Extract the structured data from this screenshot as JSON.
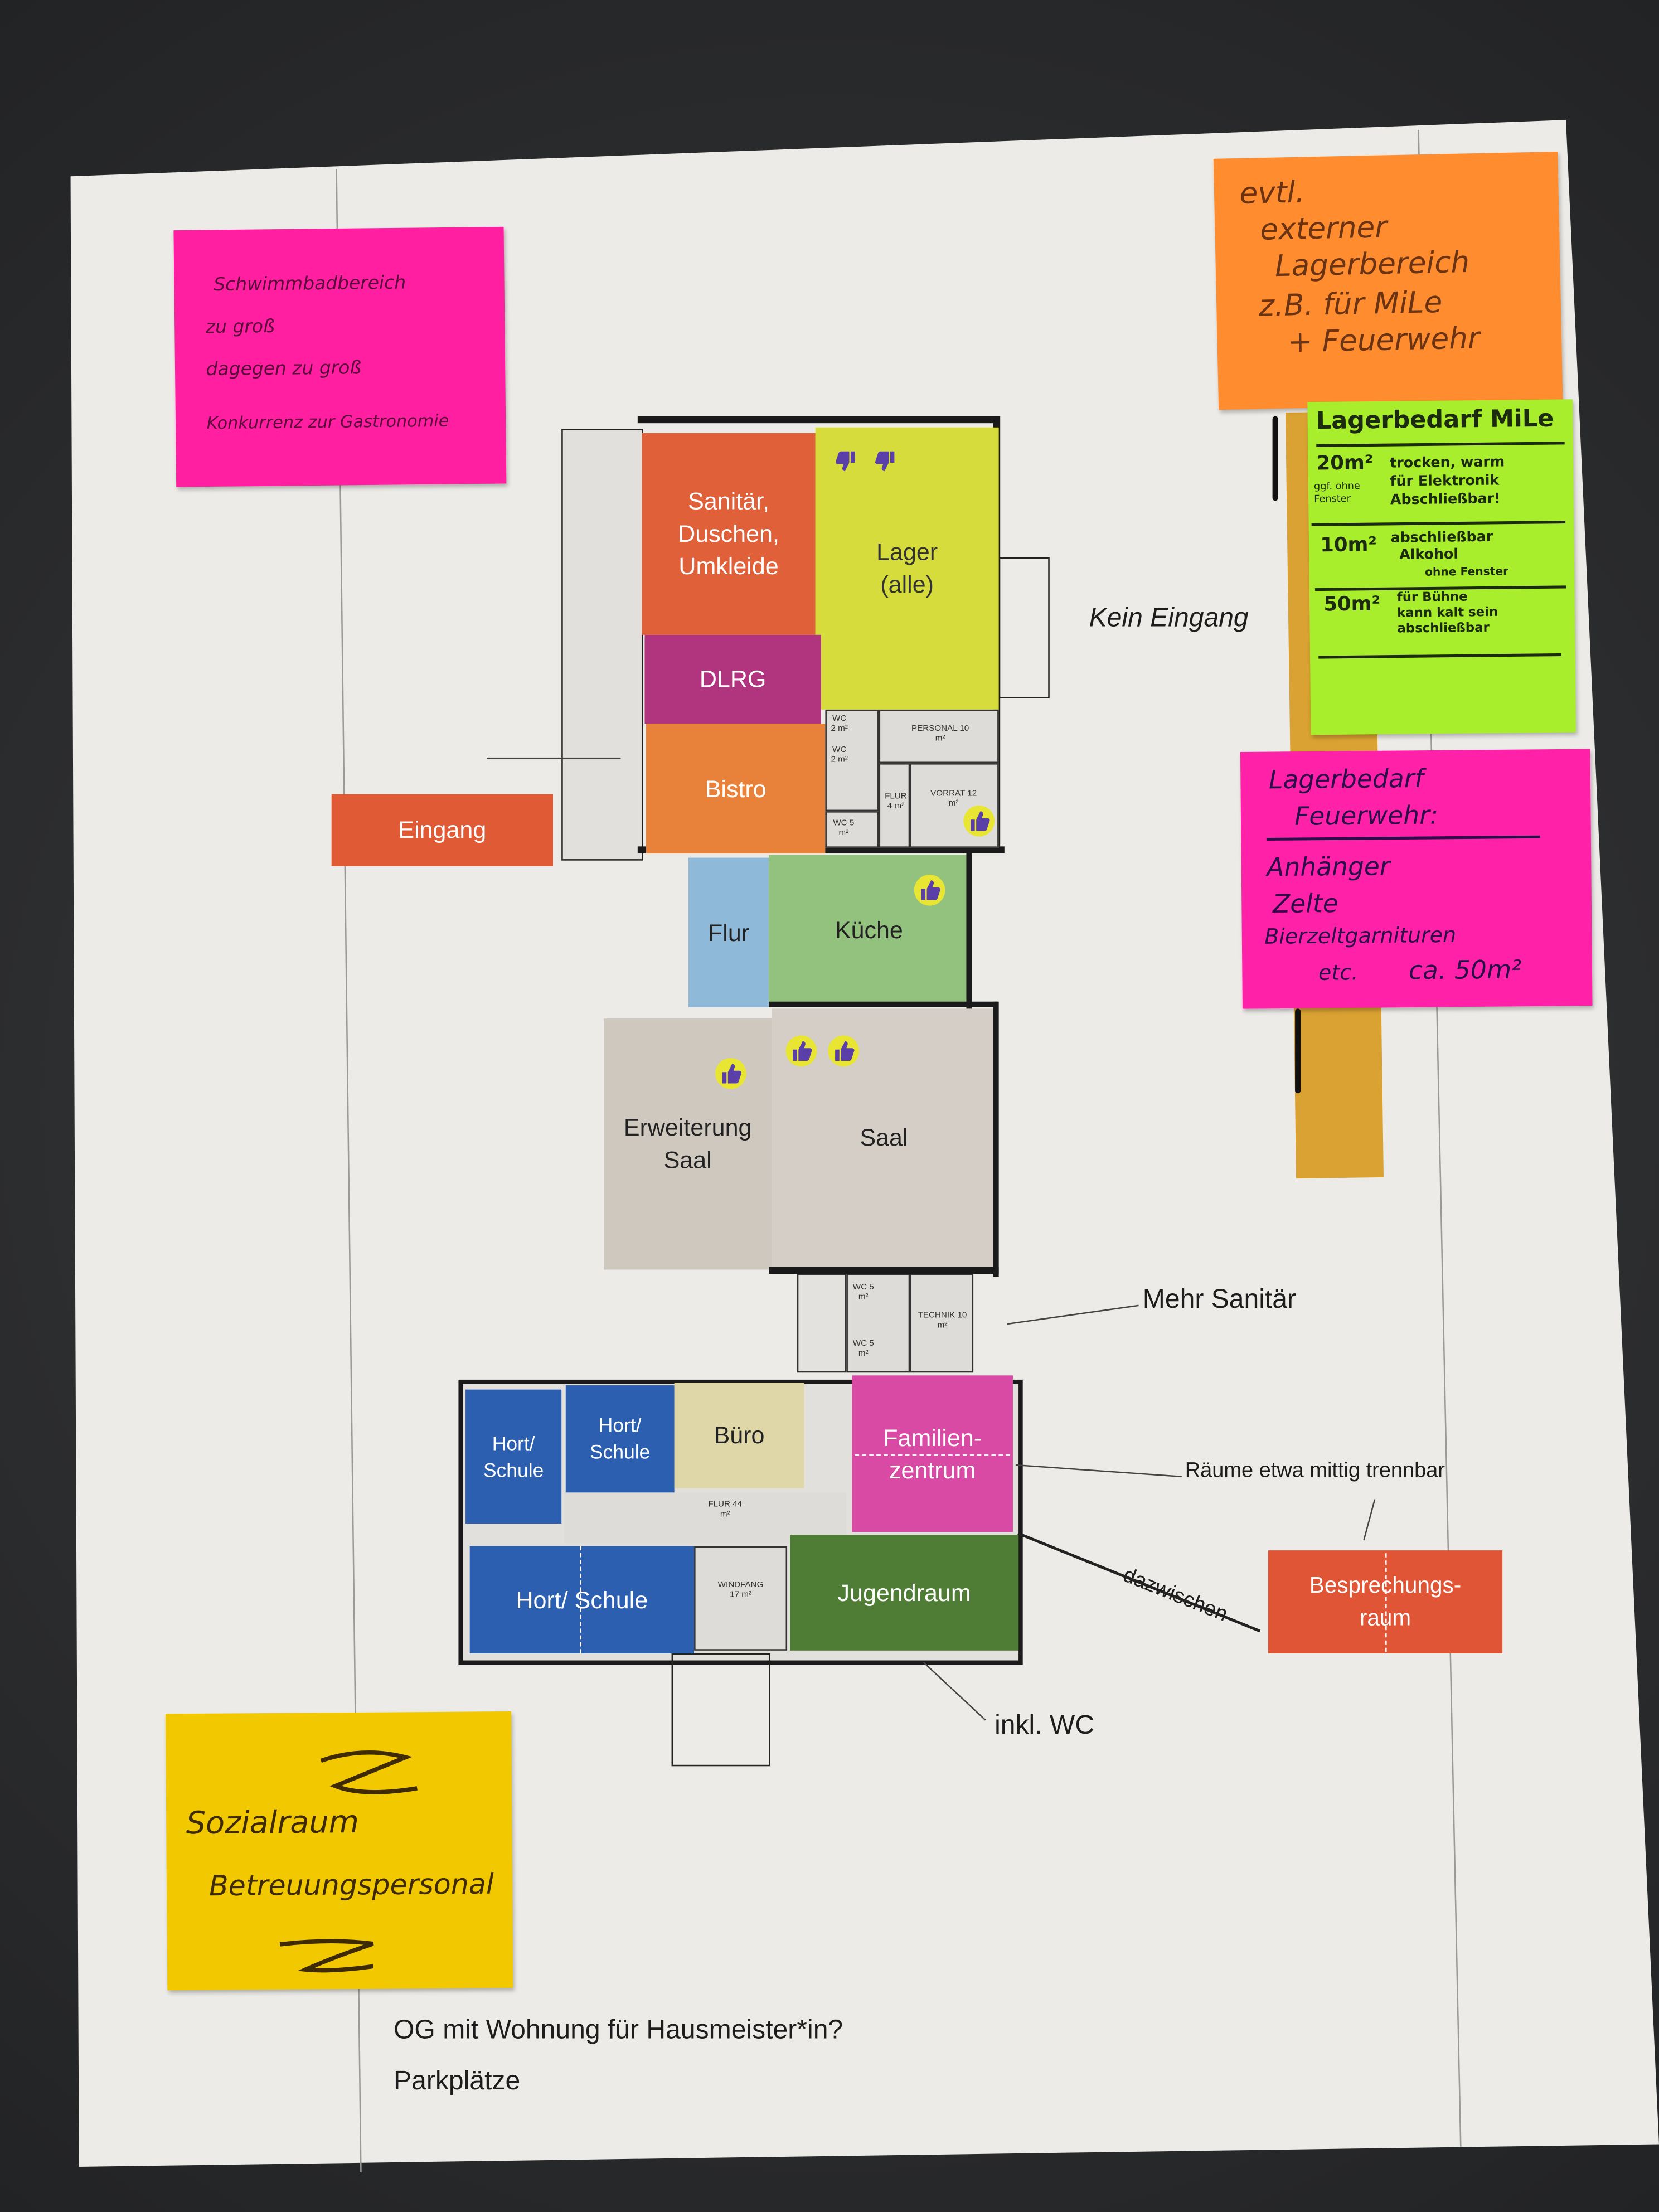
{
  "notes": {
    "pink_top_left": {
      "lines": [
        "Schwimmbadbereich",
        "zu groß",
        "dagegen zu groß",
        "Konkurrenz zur Gastronomie"
      ],
      "color": "#ff1fa0"
    },
    "orange_top_right": {
      "lines": [
        "evtl.",
        "externer",
        "Lagerbereich",
        "z.B. für MiLe",
        "+ Feuerwehr"
      ],
      "color": "#ff8c2e"
    },
    "green_mile": {
      "title": "Lagerbedarf MiLe",
      "rows": [
        {
          "area": "20m²",
          "side": "ggf. ohne Fenster",
          "text": [
            "trocken, warm",
            "für Elektronik",
            "Abschließbar!"
          ]
        },
        {
          "area": "10m²",
          "text": [
            "abschließbar",
            "Alkohol",
            "ohne Fenster"
          ]
        },
        {
          "area": "50m²",
          "text": [
            "für Bühne",
            "kann kalt sein",
            "abschließbar"
          ]
        }
      ],
      "color": "#a8ee2c"
    },
    "pink_feuerwehr": {
      "title_lines": [
        "Lagerbedarf",
        "Feuerwehr:"
      ],
      "lines": [
        "Anhänger",
        "Zelte",
        "Bierzeltgarnituren"
      ],
      "footer_left": "etc.",
      "footer_right": "ca. 50m²",
      "color": "#ff22a8"
    },
    "yellow_sozialraum": {
      "lines": [
        "Sozialraum",
        "Betreuungspersonal"
      ],
      "color": "#f2c800"
    }
  },
  "rooms": {
    "sanitaer": "Sanitär, Duschen, Umkleide",
    "lager": "Lager (alle)",
    "dlrg": "DLRG",
    "bistro": "Bistro",
    "flur": "Flur",
    "kueche": "Küche",
    "erweiterung": "Erweiterung Saal",
    "saal": "Saal",
    "hort1": "Hort/ Schule",
    "hort2": "Hort/ Schule",
    "buero": "Büro",
    "familienzentrum": "Familien-zentrum",
    "hort3": "Hort/ Schule",
    "jugendraum": "Jugendraum",
    "eingang": "Eingang",
    "besprechung": "Besprechungs-raum"
  },
  "plan_labels": {
    "personal": "PERSONAL 10 m²",
    "flur_small": "FLUR 4 m²",
    "vorrat": "VORRAT 12 m²",
    "wc_5": "WC 5 m²",
    "wc_2a": "WC 2 m²",
    "wc_2b": "WC 2 m²",
    "wc_lower_1": "WC 5 m²",
    "wc_lower_2": "WC 5 m²",
    "technik": "TECHNIK 10 m²",
    "flur_44": "FLUR 44 m²",
    "windfang": "WINDFANG 17 m²"
  },
  "annotations": {
    "kein_eingang": "Kein Eingang",
    "mehr_sanitaer": "Mehr Sanitär",
    "raeume_trennbar": "Räume etwa mittig trennbar",
    "dazwischen": "dazwischen",
    "inkl_wc": "inkl. WC",
    "og_wohnung": "OG mit Wohnung für Hausmeister*in?",
    "parkplaetze": "Parkplätze"
  },
  "votes": {
    "lager_thumbs_down": 2,
    "vorrat_thumbs_up": 1,
    "kueche_thumbs_up": 1,
    "erweiterung_thumbs_up": 1,
    "saal_thumbs_up": 2
  }
}
